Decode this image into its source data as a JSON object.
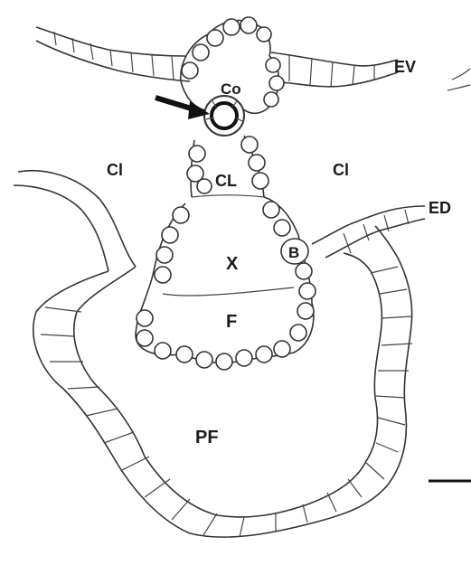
{
  "figure": {
    "labels": {
      "co": "Co",
      "ev": "EV",
      "cl_left": "Cl",
      "cl_right": "Cl",
      "cl_center": "CL",
      "ed": "ED",
      "x": "X",
      "b": "B",
      "f": "F",
      "pf": "PF"
    },
    "colors": {
      "ink": "#333333",
      "background": "#ffffff"
    }
  }
}
